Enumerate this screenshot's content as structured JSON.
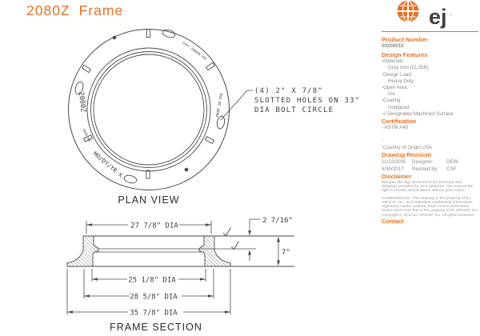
{
  "colors": {
    "accent": "#e8702a",
    "body_text": "#8a8a8a",
    "drawing_line": "#4a4a4a",
    "logo_text": "#9b9b9b"
  },
  "header": {
    "model": "2080Z",
    "product": "Frame",
    "brand": "ej"
  },
  "plan_view": {
    "label": "PLAN VIEW",
    "callout_line1": "(4) 2\" X 7/8\"",
    "callout_line2": "SLOTTED HOLES ON 33\"",
    "callout_line3": "DIA BOLT CIRCLE",
    "cast_text_model": "2080Z",
    "cast_text_prod": "PROD NO.",
    "cast_text_date": "MO/DY/YR X",
    "cast_text_made": "MADE IN USA",
    "cast_text_brand": "EAST JORDAN USA"
  },
  "section_view": {
    "label": "FRAME SECTION",
    "dim_top": "27 7/8\" DIA",
    "dim_depth": "2 7/16\"",
    "dim_height": "7\"",
    "dim_opening": "25 1/8\" DIA",
    "dim_mid": "28 5/8\" DIA",
    "dim_base": "35 7/8\" DIA"
  },
  "panel": {
    "product_number_heading": "Product Number",
    "product_number": "00208015",
    "design_features_heading": "Design Features",
    "features": [
      {
        "t": "-Materials"
      },
      {
        "t": "Gray Iron (CL35B)"
      },
      {
        "t": "-Design Load"
      },
      {
        "t": "Heavy Duty"
      },
      {
        "t": "-Open Area"
      },
      {
        "t": "n/a"
      },
      {
        "t": "-Coating"
      },
      {
        "t": "Undipped"
      },
      {
        "t": "-√ Designates Machined Surface"
      }
    ],
    "certification_heading": "Certification",
    "certs": [
      "- ASTM A48",
      "-",
      "-",
      "-Country of Origin:USA"
    ],
    "drawing_revision_heading": "Drawing Revision",
    "revisions": [
      {
        "date": "11/22/2005",
        "label": "Designer:",
        "name": "DEW"
      },
      {
        "date": "5/30/2017",
        "label": "Revised By:",
        "name": "CSF"
      }
    ],
    "disclaimer_heading": "Disclaimer",
    "disclaimer_p1": "Weights (lbs./kg) dimensions (inches/mm) and drawings provided for your guidance.  We reserve the right to modify specifications without prior notice.",
    "disclaimer_p2": "CONFIDENTIAL: This drawing is the property of EJ GROUP, Inc., and embodies confidential information, registered marks, patents, trade secret information, and/or know-how that is the property of EJ GROUP, Inc. Copyright © 2012 EJ GROUP, Inc. All rights reserved.",
    "contact_heading": "Contact"
  }
}
